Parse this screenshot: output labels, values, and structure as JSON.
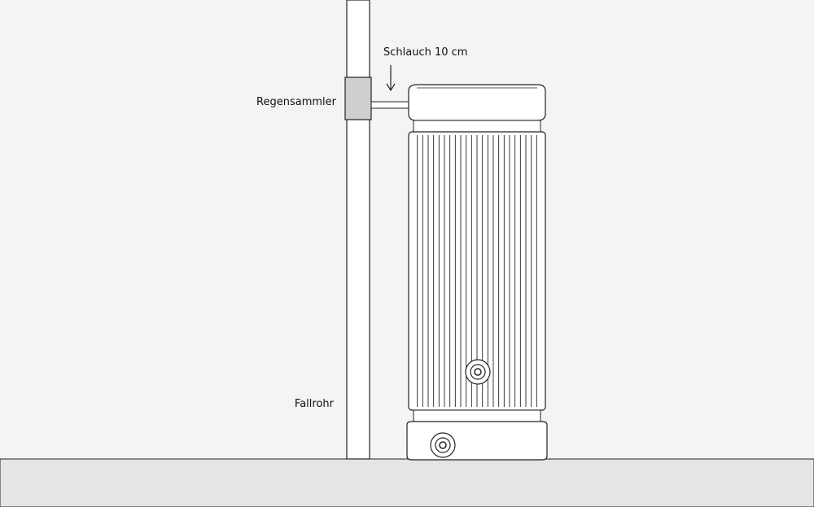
{
  "labels": {
    "hose": "Schlauch 10 cm",
    "collector": "Regensammler",
    "downpipe": "Fallrohr"
  },
  "colors": {
    "background": "#f4f4f4",
    "ground": "#e5e5e5",
    "collector_fill": "#cfcfcf",
    "line": "#222222",
    "tank_fill": "#ffffff"
  }
}
